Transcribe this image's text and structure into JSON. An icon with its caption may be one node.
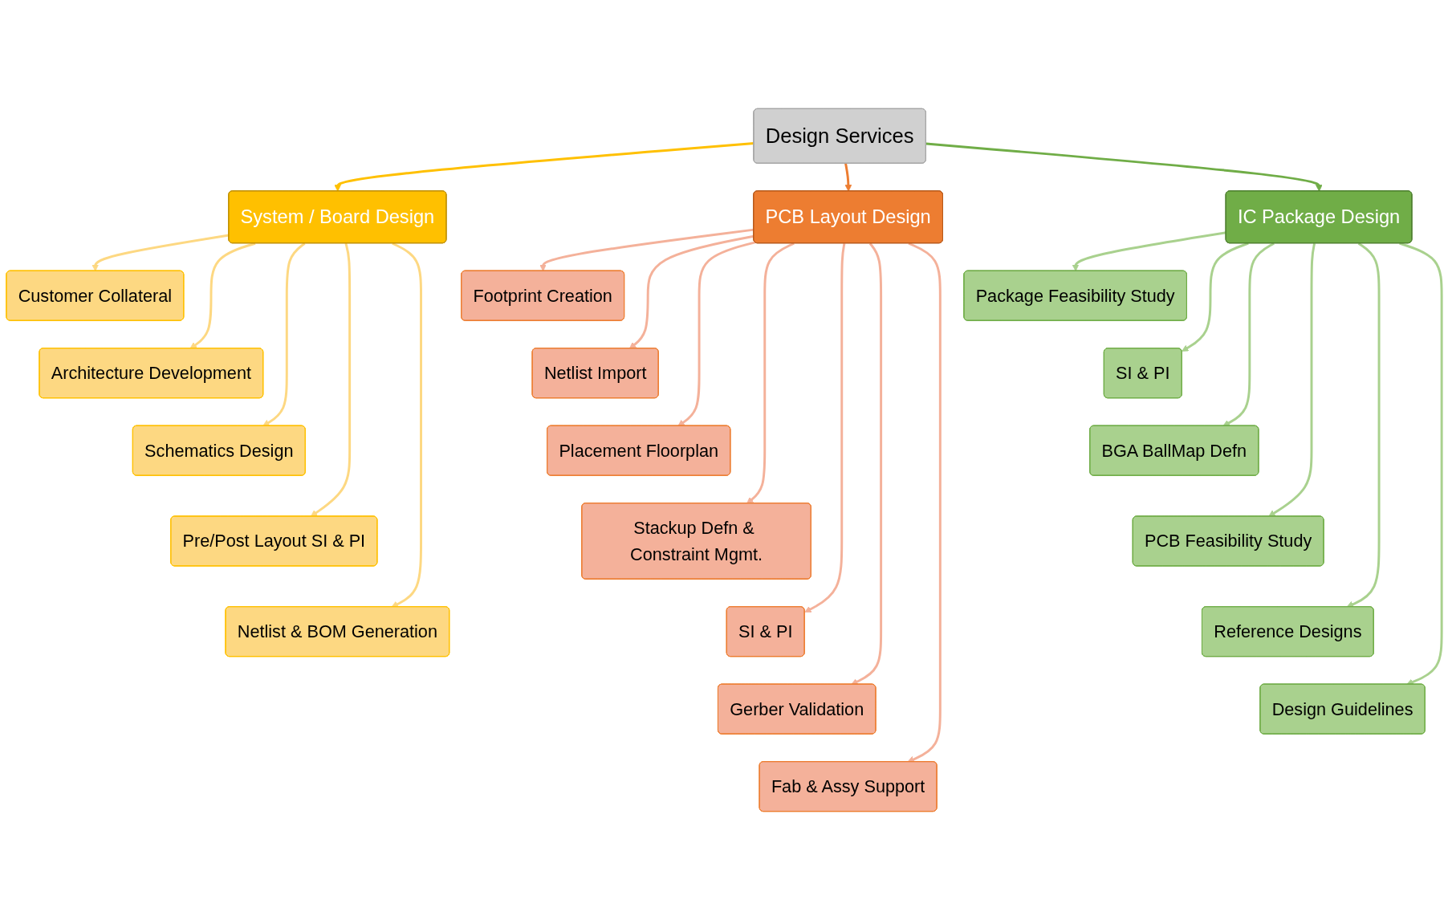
{
  "diagram": {
    "nodes": [
      {
        "text": [
          "Design Services"
        ]
      },
      {
        "text": [
          "System / Board Design"
        ]
      },
      {
        "text": [
          "Customer Collateral"
        ]
      },
      {
        "text": [
          "Architecture Development"
        ]
      },
      {
        "text": [
          "Schematics Design"
        ]
      },
      {
        "text": [
          "Pre/Post Layout SI & PI"
        ]
      },
      {
        "text": [
          "Netlist & BOM Generation"
        ]
      },
      {
        "text": [
          "PCB Layout Design"
        ]
      },
      {
        "text": [
          "Footprint Creation"
        ]
      },
      {
        "text": [
          "Netlist Import"
        ]
      },
      {
        "text": [
          "Placement Floorplan"
        ]
      },
      {
        "text": [
          "Stackup Defn & Constraint Mgmt."
        ]
      },
      {
        "text": [
          "SI & PI"
        ]
      },
      {
        "text": [
          "Gerber Validation"
        ]
      },
      {
        "text": [
          "Fab & Assy Support"
        ]
      },
      {
        "text": [
          "IC Package Design"
        ]
      },
      {
        "text": [
          "Package Feasibility Study"
        ]
      },
      {
        "text": [
          "SI & PI"
        ]
      },
      {
        "text": [
          "BGA BallMap Defn"
        ]
      },
      {
        "text": [
          "PCB Feasibility Study"
        ]
      },
      {
        "text": [
          "Reference Designs"
        ]
      },
      {
        "text": [
          "Design Guidelines"
        ]
      }
    ],
    "edges": [
      {
        "from": 0,
        "to": 1,
        "arrow": "to",
        "color": "#ffc000"
      },
      {
        "from": 0,
        "to": 7,
        "arrow": "to",
        "color": "#ed7d31"
      },
      {
        "from": 0,
        "to": 15,
        "arrow": "to",
        "color": "#70ad47"
      },
      {
        "from": 1,
        "to": 2,
        "arrow": "to",
        "color": "#fdd882"
      },
      {
        "from": 1,
        "to": 3,
        "arrow": "to",
        "color": "#fdd882"
      },
      {
        "from": 1,
        "to": 4,
        "arrow": "to",
        "color": "#fdd882"
      },
      {
        "from": 1,
        "to": 5,
        "arrow": "to",
        "color": "#fdd882"
      },
      {
        "from": 1,
        "to": 6,
        "arrow": "to",
        "color": "#fdd882"
      },
      {
        "from": 7,
        "to": 8,
        "arrow": "to",
        "color": "#f4b19a"
      },
      {
        "from": 7,
        "to": 9,
        "arrow": "to",
        "color": "#f4b19a"
      },
      {
        "from": 7,
        "to": 10,
        "arrow": "to",
        "color": "#f4b19a"
      },
      {
        "from": 7,
        "to": 11,
        "arrow": "to",
        "color": "#f4b19a"
      },
      {
        "from": 7,
        "to": 12,
        "arrow": "to",
        "color": "#f4b19a"
      },
      {
        "from": 7,
        "to": 13,
        "arrow": "to",
        "color": "#f4b19a"
      },
      {
        "from": 7,
        "to": 14,
        "arrow": "to",
        "color": "#f4b19a"
      },
      {
        "from": 15,
        "to": 16,
        "arrow": "to",
        "color": "#a9d18e"
      },
      {
        "from": 15,
        "to": 17,
        "arrow": "to",
        "color": "#a9d18e"
      },
      {
        "from": 15,
        "to": 18,
        "arrow": "to",
        "color": "#a9d18e"
      },
      {
        "from": 15,
        "to": 19,
        "arrow": "to",
        "color": "#a9d18e"
      },
      {
        "from": 15,
        "to": 20,
        "arrow": "to",
        "color": "#a9d18e"
      },
      {
        "from": 15,
        "to": 21,
        "arrow": "to",
        "color": "#a9d18e"
      }
    ]
  }
}
